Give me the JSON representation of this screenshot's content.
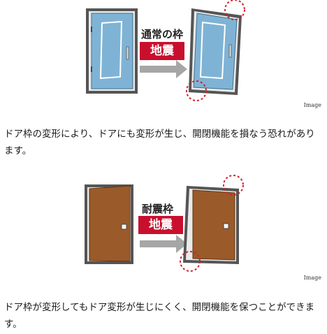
{
  "figure_top": {
    "label": "通常の枠",
    "badge": "地震",
    "caption": "Image"
  },
  "paragraph_top": "ドア枠の変形により、ドアにも変形が生じ、開閉機能を損なう恐れがあります。",
  "figure_bottom": {
    "label": "耐震枠",
    "badge": "地震",
    "caption": "Image"
  },
  "paragraph_bottom": "ドア枠が変形してもドア変形が生じにくく、開閉機能を保つことができます。",
  "colors": {
    "badge_red": "#c8102e",
    "glass_blue": "#7fb3d5",
    "wood_brown": "#9b5a2a",
    "frame_gray": "#5a5a5a",
    "arrow_gray": "#a6a6a6",
    "marker_red": "#d0202a"
  }
}
